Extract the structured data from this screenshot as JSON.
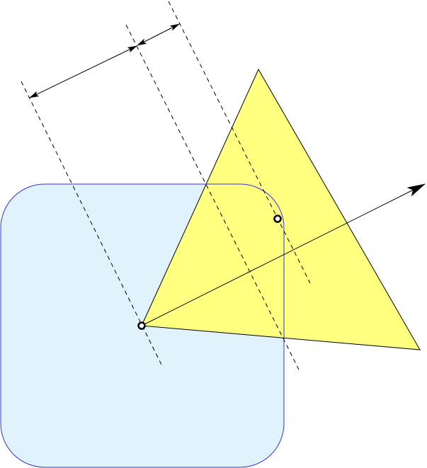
{
  "colors": {
    "square_fill": "#e0f2fc",
    "square_stroke": "#3333dd",
    "triangle_fill": "#ffff80",
    "line": "#000000"
  },
  "shapes": [
    "rounded-square",
    "triangle",
    "direction-arrow",
    "dashed-lines",
    "dimension-arrows",
    "points"
  ]
}
